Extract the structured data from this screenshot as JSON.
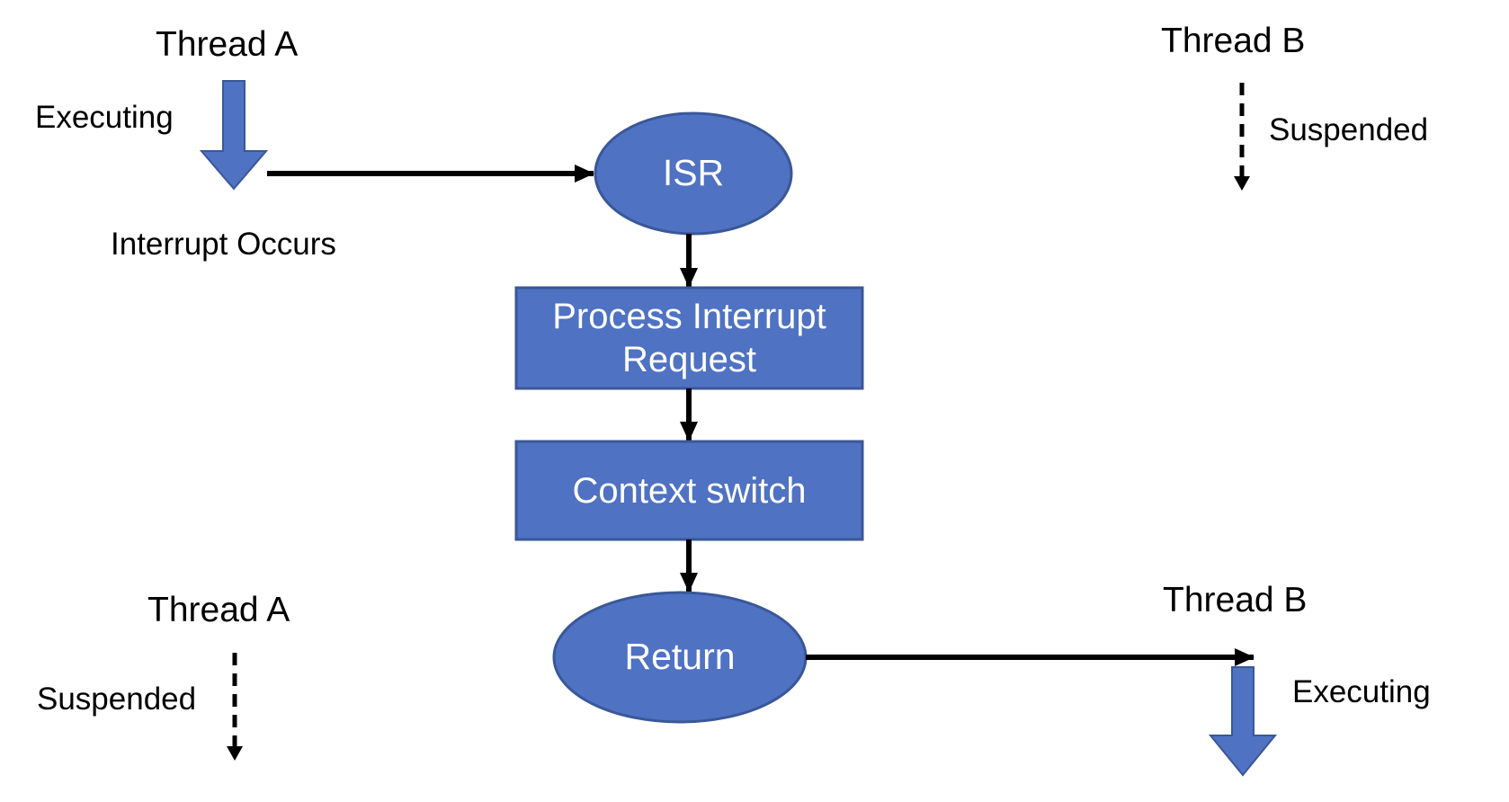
{
  "colors": {
    "node_fill": "#4F72C2",
    "node_stroke": "#3A5799",
    "arrow": "#000000",
    "node_text": "#ffffff"
  },
  "top_left": {
    "thread_label": "Thread A",
    "state_label": "Executing",
    "event_label": "Interrupt Occurs"
  },
  "top_right": {
    "thread_label": "Thread B",
    "state_label": "Suspended"
  },
  "bottom_left": {
    "thread_label": "Thread A",
    "state_label": "Suspended"
  },
  "bottom_right": {
    "thread_label": "Thread B",
    "state_label": "Executing"
  },
  "flow": {
    "isr_label": "ISR",
    "process_label": "Process Interrupt\nRequest",
    "context_label": "Context switch",
    "return_label": "Return"
  }
}
